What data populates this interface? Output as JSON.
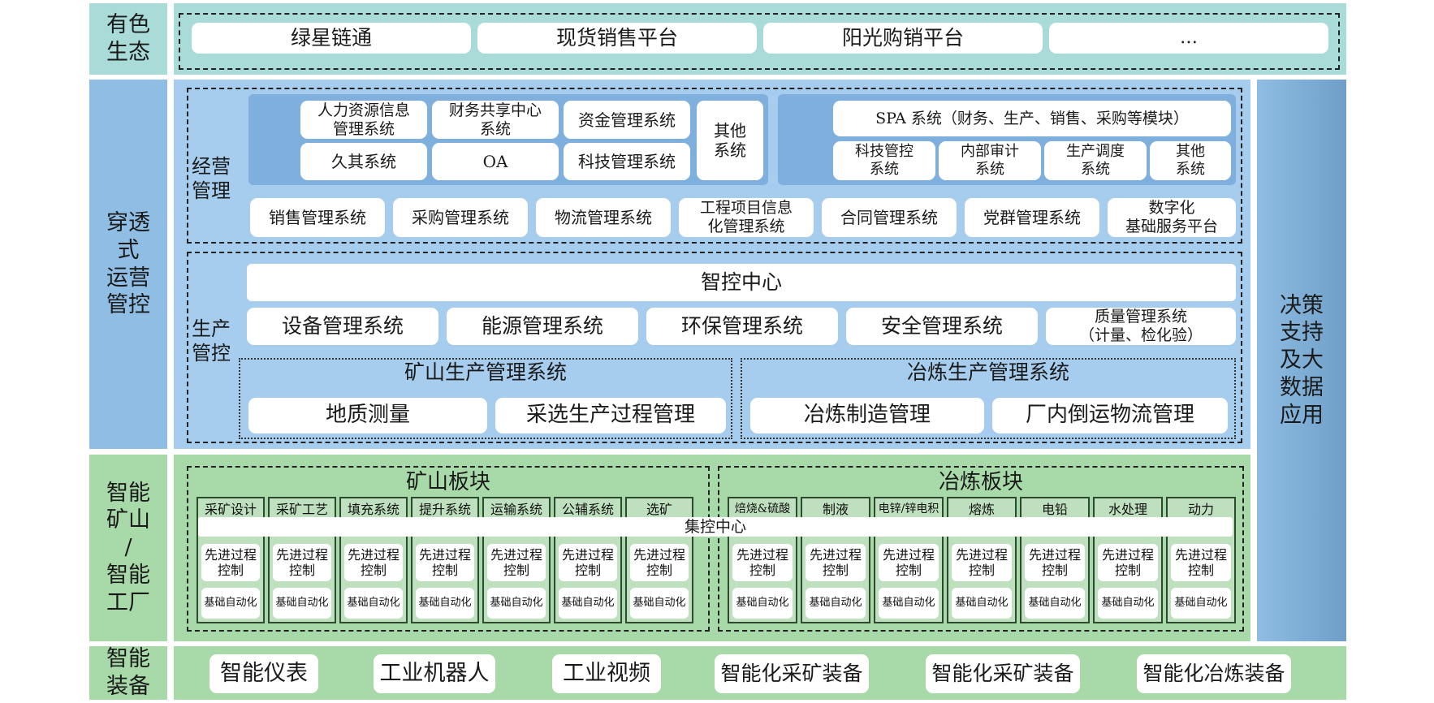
{
  "layers": {
    "ecosystem": "有色\n生态",
    "operations": "穿透\n式\n运营\n管控",
    "smart_mine": "智能\n矿山\n/\n智能\n工厂",
    "equipment": "智能\n装备",
    "decision": "决策\n支持\n及大\n数据\n应用"
  },
  "ecosystem_items": [
    "绿星链通",
    "现货销售平台",
    "阳光购销平台",
    "…"
  ],
  "business": {
    "label": "经营\n管理",
    "left_group": [
      "人力资源信息\n管理系统",
      "财务共享中心\n系统",
      "资金管理系统",
      "久其系统",
      "OA",
      "科技管理系统"
    ],
    "left_other": "其他\n系统",
    "spa": "SPA 系统（财务、生产、销售、采购等模块）",
    "right_group": [
      "科技管控\n系统",
      "内部审计\n系统",
      "生产调度\n系统",
      "其他\n系统"
    ],
    "bottom_row": [
      "销售管理系统",
      "采购管理系统",
      "物流管理系统",
      "工程项目信息\n化管理系统",
      "合同管理系统",
      "党群管理系统",
      "数字化\n基础服务平台"
    ]
  },
  "production": {
    "label": "生产\n管控",
    "center": "智控中心",
    "systems": [
      "设备管理系统",
      "能源管理系统",
      "环保管理系统",
      "安全管理系统",
      "质量管理系统\n（计量、检化验）"
    ],
    "mine": {
      "title": "矿山生产管理系统",
      "items": [
        "地质测量",
        "采选生产过程管理"
      ]
    },
    "smelt": {
      "title": "冶炼生产管理系统",
      "items": [
        "冶炼制造管理",
        "厂内倒运物流管理"
      ]
    }
  },
  "smart": {
    "mine_title": "矿山板块",
    "smelt_title": "冶炼板块",
    "central": "集控中心",
    "advanced": "先进过程\n控制",
    "basic": "基础自动化",
    "mine_cols": [
      "采矿设计",
      "采矿工艺",
      "填充系统",
      "提升系统",
      "运输系统",
      "公辅系统",
      "选矿"
    ],
    "smelt_cols": [
      "焙烧&硫酸",
      "制液",
      "电锌/锌电积",
      "熔炼",
      "电铅",
      "水处理",
      "动力"
    ]
  },
  "equipment_items": [
    "智能仪表",
    "工业机器人",
    "工业视频",
    "智能化采矿装备",
    "智能化采矿装备",
    "智能化冶炼装备"
  ]
}
